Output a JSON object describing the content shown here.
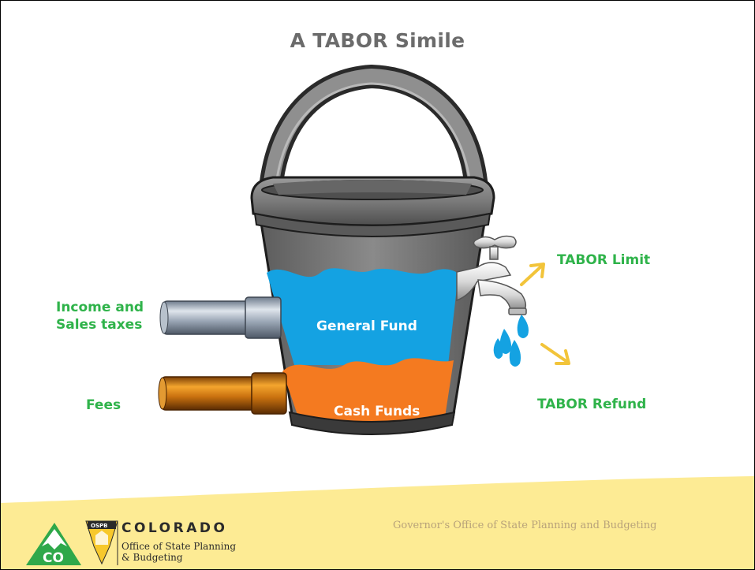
{
  "slide": {
    "title": "A TABOR Simile",
    "labels": {
      "income": "Income and Sales taxes",
      "fees": "Fees",
      "general_fund": "General Fund",
      "cash_funds": "Cash Funds",
      "tabor_limit": "TABOR Limit",
      "tabor_refund": "TABOR Refund"
    },
    "footer": "Governor's Office of State Planning and Budgeting"
  },
  "logo": {
    "wordmark": "COLORADO",
    "office_line1": "Office of State Planning",
    "office_line2": "& Budgeting",
    "badge_text": "OSPB",
    "state_abbr": "CO"
  },
  "colors": {
    "label_green": "#2fb34a",
    "water_blue": "#14a2e2",
    "cash_orange": "#f47a20",
    "arrow_yellow": "#f2c43a",
    "footer_band": "#fdeb94",
    "title_gray": "#6b6b6b"
  }
}
